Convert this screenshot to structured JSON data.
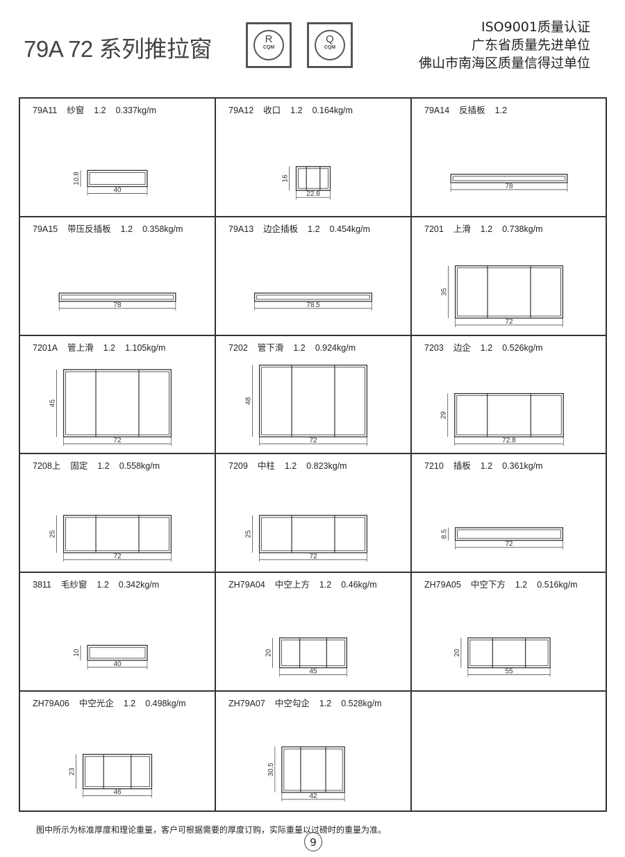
{
  "header": {
    "title": "79A 72 系列推拉窗",
    "logos": [
      {
        "letter": "R",
        "text": "CQM"
      },
      {
        "letter": "Q",
        "text": "CQM"
      }
    ],
    "certifications": [
      "ISO9001质量认证",
      "广东省质量先进单位",
      "佛山市南海区质量信得过单位"
    ]
  },
  "profiles": [
    {
      "code": "79A11",
      "name": "纱窗",
      "thickness": "1.2",
      "weight": "0.337kg/m",
      "w": "40",
      "h": "10.8"
    },
    {
      "code": "79A12",
      "name": "收口",
      "thickness": "1.2",
      "weight": "0.164kg/m",
      "w": "22.8",
      "h": "16"
    },
    {
      "code": "79A14",
      "name": "反插板",
      "thickness": "1.2",
      "weight": "",
      "w": "78",
      "h": ""
    },
    {
      "code": "79A15",
      "name": "带压反插板",
      "thickness": "1.2",
      "weight": "0.358kg/m",
      "w": "78",
      "h": ""
    },
    {
      "code": "79A13",
      "name": "边企插板",
      "thickness": "1.2",
      "weight": "0.454kg/m",
      "w": "78.5",
      "h": ""
    },
    {
      "code": "7201",
      "name": "上滑",
      "thickness": "1.2",
      "weight": "0.738kg/m",
      "w": "72",
      "h": "35"
    },
    {
      "code": "7201A",
      "name": "管上滑",
      "thickness": "1.2",
      "weight": "1.105kg/m",
      "w": "72",
      "h": "45"
    },
    {
      "code": "7202",
      "name": "管下滑",
      "thickness": "1.2",
      "weight": "0.924kg/m",
      "w": "72",
      "h": "48"
    },
    {
      "code": "7203",
      "name": "边企",
      "thickness": "1.2",
      "weight": "0.526kg/m",
      "w": "72.8",
      "h": "29"
    },
    {
      "code": "7208上",
      "name": "固定",
      "thickness": "1.2",
      "weight": "0.558kg/m",
      "w": "72",
      "h": "25"
    },
    {
      "code": "7209",
      "name": "中柱",
      "thickness": "1.2",
      "weight": "0.823kg/m",
      "w": "72",
      "h": "25"
    },
    {
      "code": "7210",
      "name": "插板",
      "thickness": "1.2",
      "weight": "0.361kg/m",
      "w": "72",
      "h": "8.5"
    },
    {
      "code": "3811",
      "name": "毛纱窗",
      "thickness": "1.2",
      "weight": "0.342kg/m",
      "w": "40",
      "h": "10"
    },
    {
      "code": "ZH79A04",
      "name": "中空上方",
      "thickness": "1.2",
      "weight": "0.46kg/m",
      "w": "45",
      "h": "20"
    },
    {
      "code": "ZH79A05",
      "name": "中空下方",
      "thickness": "1.2",
      "weight": "0.516kg/m",
      "w": "55",
      "h": "20"
    },
    {
      "code": "ZH79A06",
      "name": "中空光企",
      "thickness": "1.2",
      "weight": "0.498kg/m",
      "w": "46",
      "h": "23"
    },
    {
      "code": "ZH79A07",
      "name": "中空勾企",
      "thickness": "1.2",
      "weight": "0.528kg/m",
      "w": "42",
      "h": "30.5"
    }
  ],
  "footer": {
    "note": "图中所示为标准厚度和理论重量，客户可根据需要的厚度订购，实际重量以过磅时的重量为准。",
    "page_number": "9"
  }
}
